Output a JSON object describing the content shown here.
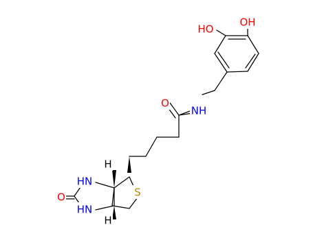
{
  "molecule": {
    "atoms": {
      "hydroxyl_meta": {
        "symbol": "HO",
        "element": "O",
        "color": "#ff0000"
      },
      "hydroxyl_para": {
        "symbol": "OH",
        "element": "O",
        "color": "#ff0000"
      },
      "amide_oxygen": {
        "symbol": "O",
        "element": "O",
        "color": "#ff0000"
      },
      "amide_nitrogen": {
        "symbol": "NH",
        "element": "N",
        "color": "#0000ff"
      },
      "urea_n_upper": {
        "symbol": "HN",
        "element": "N",
        "color": "#0000ff"
      },
      "urea_n_lower": {
        "symbol": "HN",
        "element": "N",
        "color": "#0000ff"
      },
      "urea_oxygen": {
        "symbol": "O",
        "element": "O",
        "color": "#ff0000"
      },
      "ring_sulfur": {
        "symbol": "S",
        "element": "S",
        "color": "#b8860b"
      },
      "stereo_h_upper": {
        "symbol": "H",
        "element": "H",
        "color": "#000000"
      },
      "stereo_h_lower": {
        "symbol": "H",
        "element": "H",
        "color": "#000000"
      }
    },
    "bond_color": "#000000",
    "background": "#ffffff"
  }
}
